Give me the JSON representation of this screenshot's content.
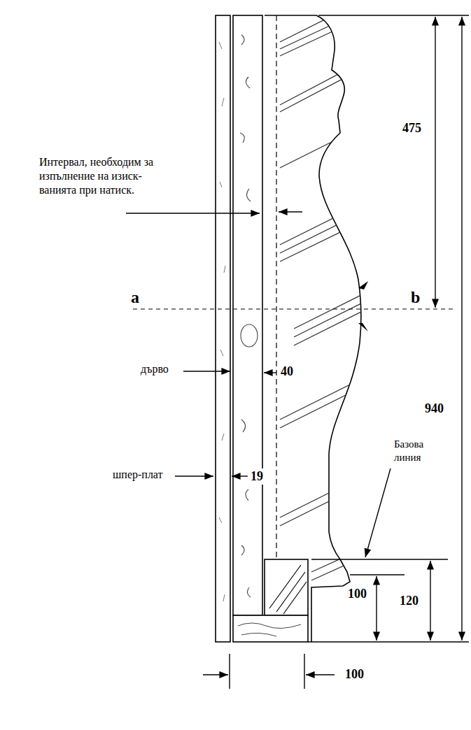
{
  "diagram": {
    "labels": [
      "Интервал, необходим за изпълнение на изиск- ванията при натиск.",
      "475",
      "a",
      "b",
      "дърво",
      "40",
      "940",
      "шпер-плат",
      "19",
      "Базова линия",
      "100",
      "120",
      "100"
    ]
  }
}
